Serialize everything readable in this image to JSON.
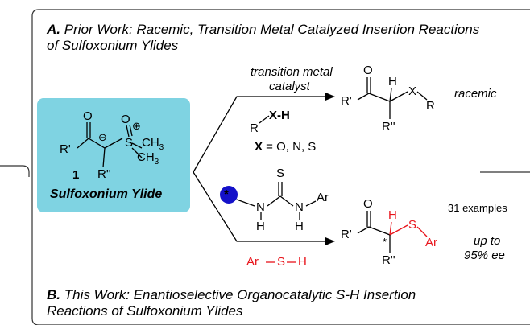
{
  "section_a": {
    "letter": "A.",
    "title_line1": "Prior Work: Racemic, Transition Metal Catalyzed Insertion Reactions",
    "title_line2": "of Sulfoxonium Ylides"
  },
  "ylide": {
    "label": "Sulfoxonium Ylide",
    "compound_number": "1",
    "atoms": {
      "o_carbonyl": "O",
      "r_prime": "R'",
      "r_double_prime": "R''",
      "o_sulfoxide": "O",
      "s": "S",
      "ch3_top": "CH",
      "ch3_top_sub": "3",
      "ch3_bottom": "CH",
      "ch3_bottom_sub": "3",
      "minus": "⊖",
      "plus": "⊕"
    }
  },
  "top_reaction": {
    "condition_line1": "transition metal",
    "condition_line2": "catalyst",
    "reagent_r": "R",
    "reagent_xh": "X-H",
    "x_def_bold": "X",
    "x_def_rest": " = O, N, S",
    "product": {
      "o": "O",
      "r_prime": "R'",
      "h": "H",
      "x": "X",
      "r": "R",
      "r_double_prime": "R''"
    },
    "outcome": "racemic"
  },
  "bottom_reaction": {
    "catalyst": {
      "star": "*",
      "s": "S",
      "n1": "N",
      "n2": "N",
      "h1": "H",
      "h2": "H",
      "ar": "Ar"
    },
    "thiol": {
      "ar": "Ar",
      "s": "S",
      "h": "H"
    },
    "product": {
      "o": "O",
      "r_prime": "R'",
      "star": "*",
      "h": "H",
      "s": "S",
      "ar": "Ar",
      "r_double_prime": "R''"
    },
    "examples": "31 examples",
    "ee_line1": "up to",
    "ee_line2": "95% ee"
  },
  "section_b": {
    "letter": "B.",
    "title_line1": "This Work: Enantioselective Organocatalytic S-H Insertion",
    "title_line2": "Reactions of Sulfoxonium Ylides"
  },
  "colors": {
    "box_fill": "#7fd3e2",
    "catalyst_circle": "#1411c9",
    "highlight_red": "#e8141b",
    "frame": "#333333"
  }
}
